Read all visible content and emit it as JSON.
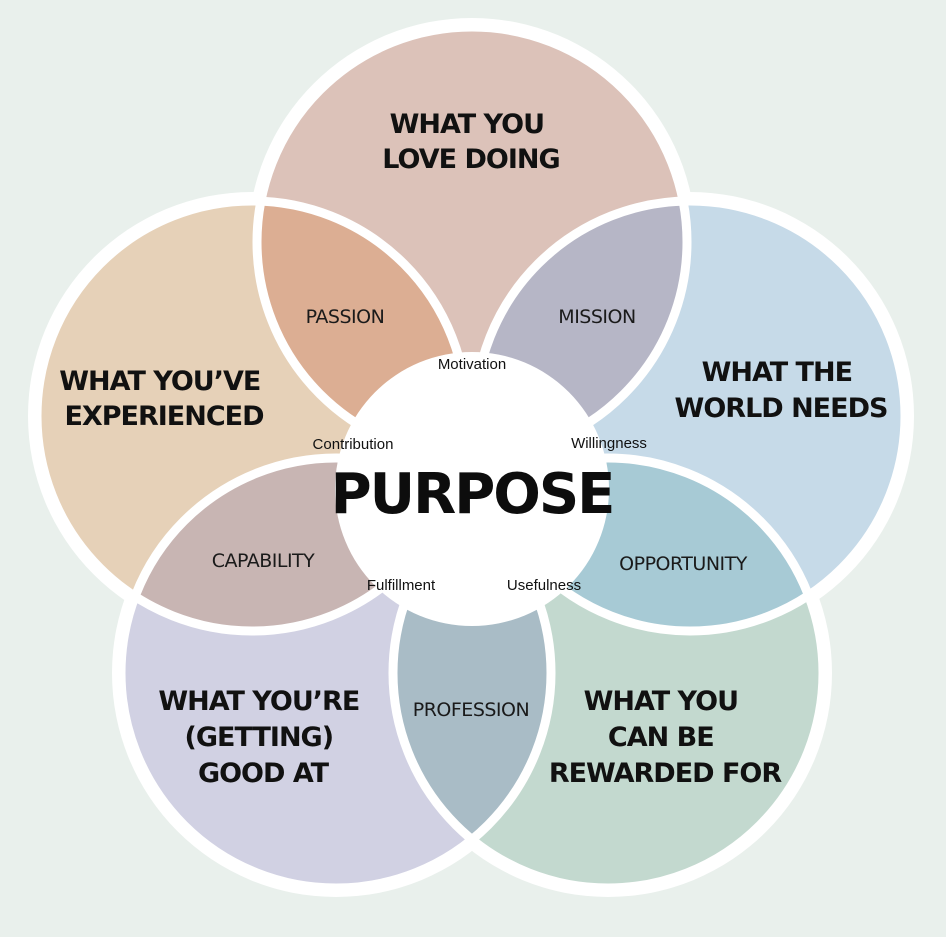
{
  "center": {
    "title": "PURPOSE"
  },
  "petals": [
    {
      "key": "love",
      "lines": [
        "WHAT YOU",
        "LOVE DOING"
      ],
      "color": "#dcc2b9"
    },
    {
      "key": "world",
      "lines": [
        "WHAT THE",
        "WORLD NEEDS"
      ],
      "color": "#c6dae8"
    },
    {
      "key": "rewarded",
      "lines": [
        "WHAT YOU",
        "CAN BE",
        "REWARDED FOR"
      ],
      "color": "#c3d9cf"
    },
    {
      "key": "good",
      "lines": [
        "WHAT YOU’RE",
        "(GETTING)",
        "GOOD AT"
      ],
      "color": "#d1d1e3"
    },
    {
      "key": "experienced",
      "lines": [
        "WHAT YOU’VE",
        "EXPERIENCED"
      ],
      "color": "#e6d1b8"
    }
  ],
  "overlaps": [
    {
      "key": "mission",
      "label": "MISSION",
      "color": "#b6b6c6"
    },
    {
      "key": "opportunity",
      "label": "OPPORTUNITY",
      "color": "#a7cad5"
    },
    {
      "key": "profession",
      "label": "PROFESSION",
      "color": "#a9bcc6"
    },
    {
      "key": "capability",
      "label": "CAPABILITY",
      "color": "#c8b5b3"
    },
    {
      "key": "passion",
      "label": "PASSION",
      "color": "#dcae93"
    }
  ],
  "connectors": {
    "motivation": "Motivation",
    "willingness": "Willingness",
    "usefulness": "Usefulness",
    "fulfillment": "Fulfillment",
    "contribution": "Contribution"
  }
}
